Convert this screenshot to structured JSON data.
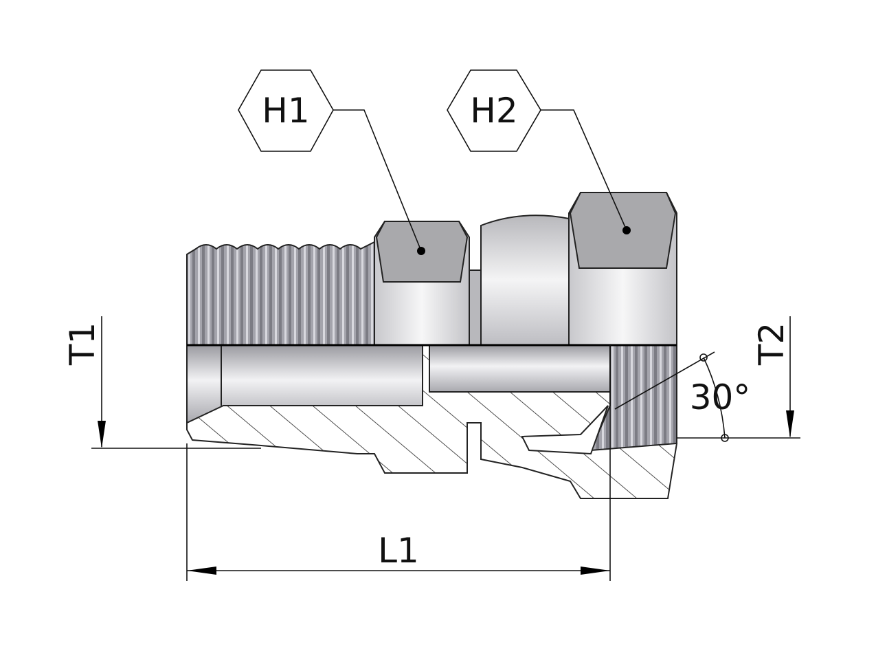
{
  "title": "Male thread to swivel female fitting dimension drawing",
  "labels": {
    "hex1": "H1",
    "hex2": "H2",
    "thread1": "T1",
    "thread2": "T2",
    "length": "L1",
    "angle": "30°"
  },
  "colors": {
    "hex_face": "#a9a9ac",
    "thread": "#9c9ca4",
    "body_light": "#e4e4e6",
    "bore": "#d4d4d8",
    "line": "#111111"
  }
}
